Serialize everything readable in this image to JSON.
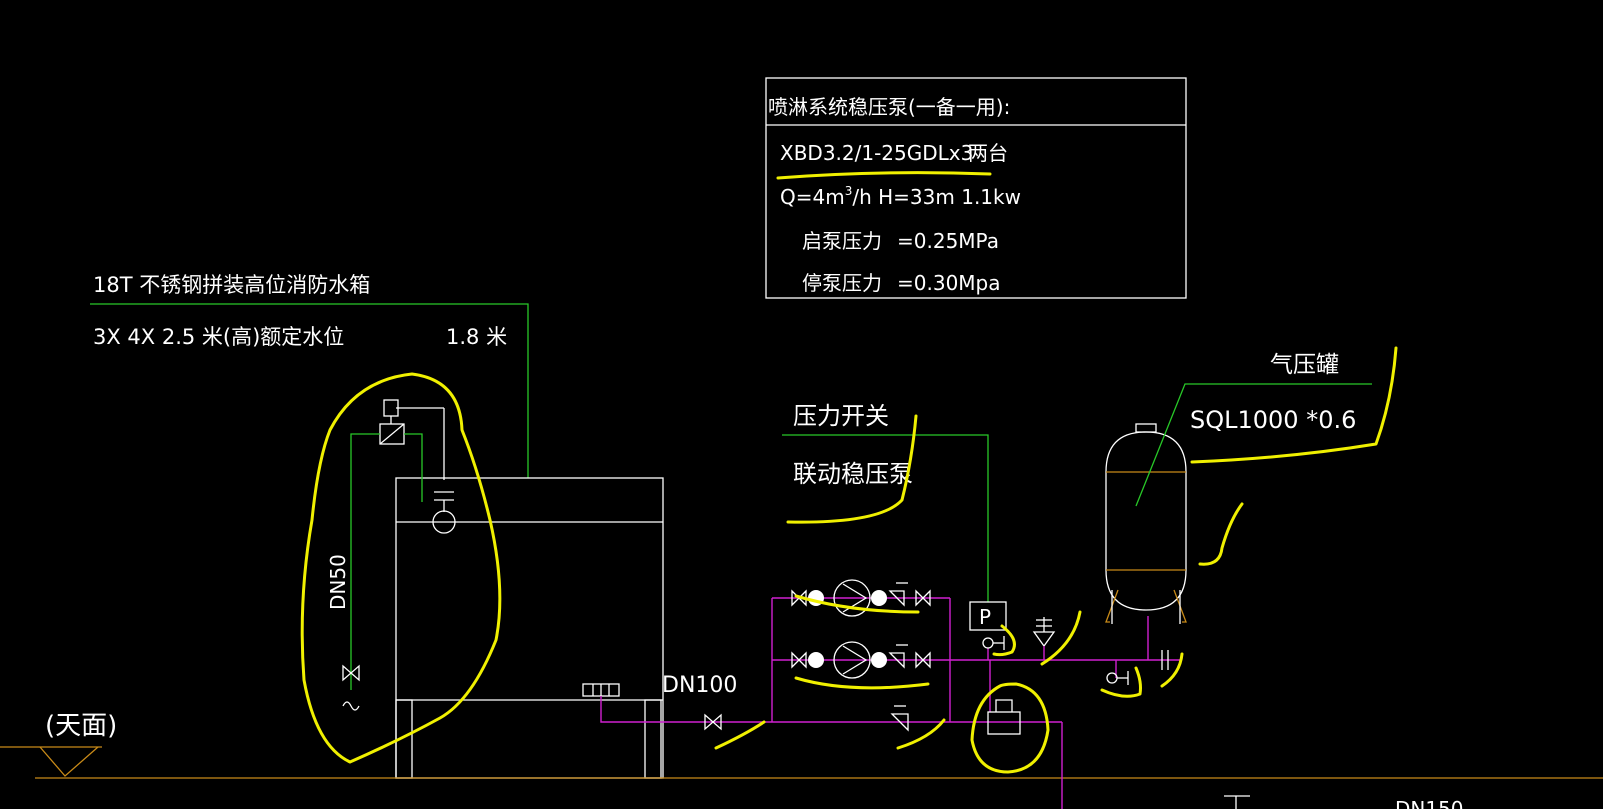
{
  "spec_box": {
    "title": "喷淋系统稳压泵(一备一用):",
    "model": "XBD3.2/1-25GDLx3",
    "qty": "两台",
    "flow_q": "Q=4m",
    "flow_exp": "3",
    "flow_rest": "/h  H=33m 1.1kw",
    "start_label": "启泵压力",
    "start_value": "=0.25MPa",
    "stop_label": "停泵压力",
    "stop_value": "=0.30Mpa"
  },
  "tank": {
    "title": "18T 不锈钢拼装高位消防水箱",
    "dims": "3X 4X 2.5  米(高)额定水位",
    "level": "1.8  米"
  },
  "pipes": {
    "dn50": "DN50",
    "dn100": "DN100",
    "dn150_partial": "DN150"
  },
  "pressure_switch": {
    "title": "压力开关",
    "desc": "联动稳压泵",
    "p_symbol": "P"
  },
  "vessel": {
    "title": "气压罐",
    "model": "SQL1000 *0.6"
  },
  "roof": {
    "label": "(天面)"
  },
  "colors": {
    "background": "#000000",
    "text": "#ffffff",
    "leader": "#28c828",
    "pipe": "#d020d0",
    "ground": "#c88a18",
    "markup": "#f0f000"
  }
}
